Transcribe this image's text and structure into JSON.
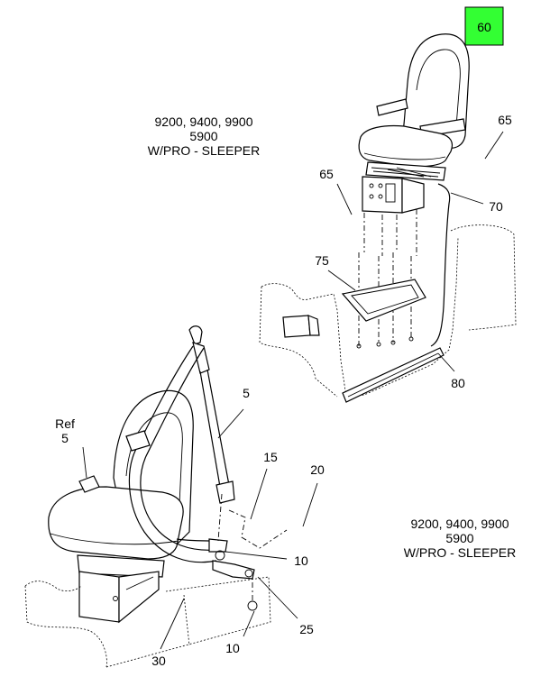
{
  "callouts": {
    "c60": "60",
    "c65_right": "65",
    "c65_left": "65",
    "c70": "70",
    "c75": "75",
    "c80": "80",
    "c5": "5",
    "ref_label": "Ref",
    "ref_num": "5",
    "c15": "15",
    "c20": "20",
    "c10_right": "10",
    "c10_bottom": "10",
    "c25": "25",
    "c30": "30"
  },
  "notes": {
    "top": [
      "9200, 9400, 9900",
      "5900",
      "W/PRO - SLEEPER"
    ],
    "bottom": [
      "9200, 9400, 9900",
      "5900",
      "W/PRO - SLEEPER"
    ]
  },
  "colors": {
    "highlight": "#33ff33"
  }
}
